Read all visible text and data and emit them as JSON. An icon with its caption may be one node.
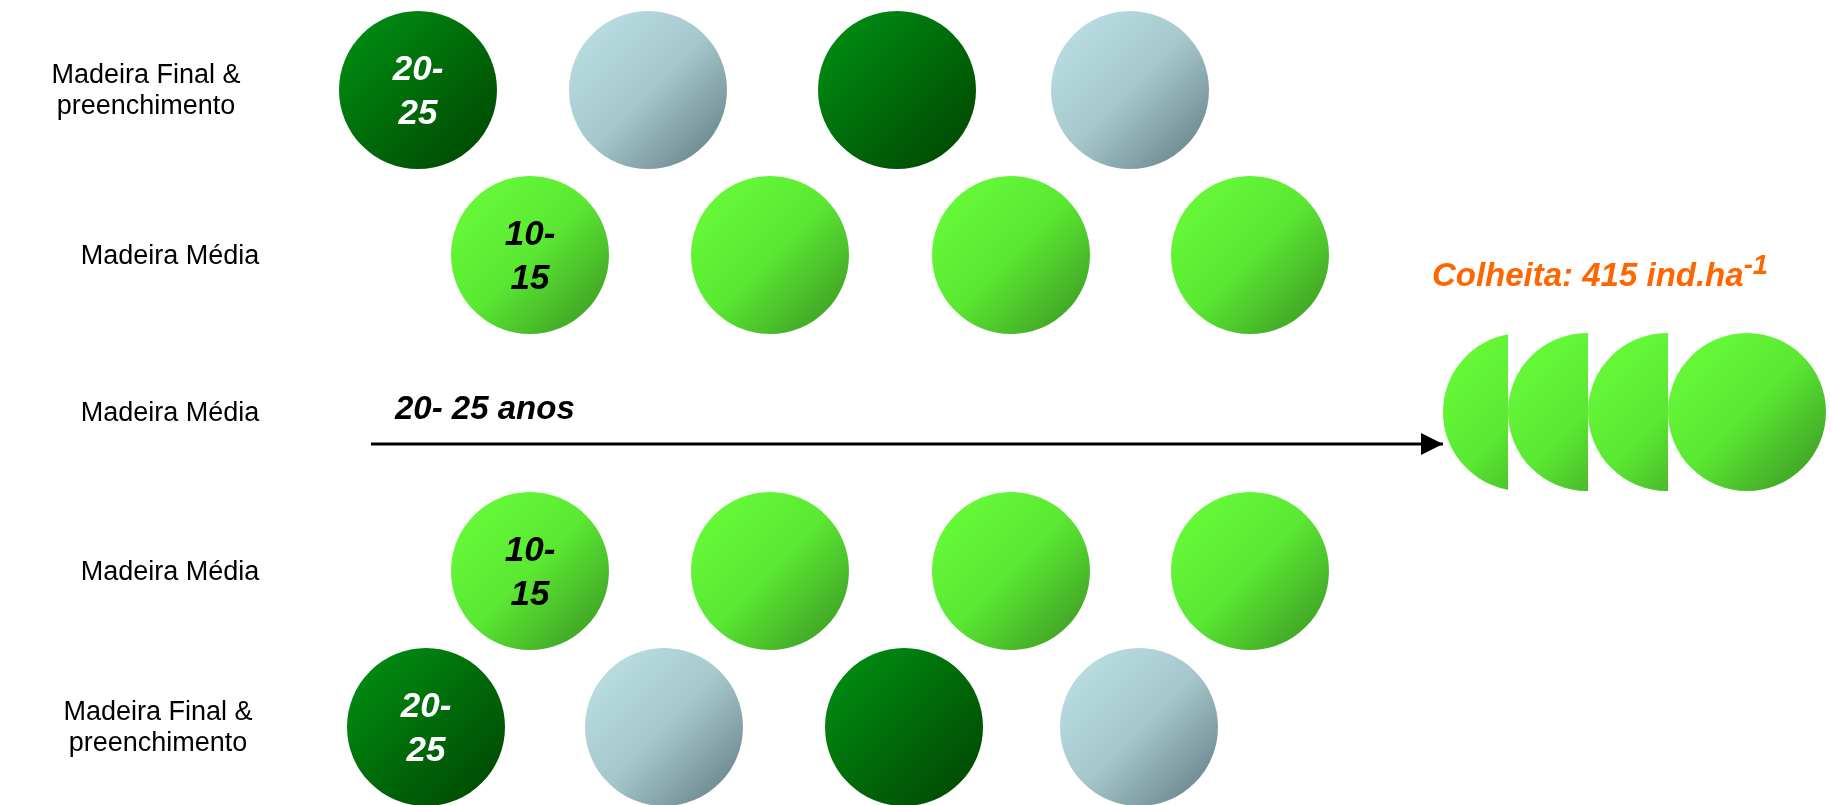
{
  "diagram": {
    "nodes": [
      {
        "text": [
          "20- 25"
        ]
      },
      {
        "text": [],
        "shape": "circle"
      },
      {
        "text": [],
        "shape": "circle"
      },
      {
        "text": [],
        "shape": "circle"
      },
      {
        "text": [
          "10- 15"
        ]
      },
      {
        "text": [],
        "shape": "circle"
      },
      {
        "text": [],
        "shape": "circle"
      },
      {
        "text": [],
        "shape": "circle"
      },
      {
        "text": [
          "10- 15"
        ]
      },
      {
        "text": [],
        "shape": "circle"
      },
      {
        "text": [],
        "shape": "circle"
      },
      {
        "text": [],
        "shape": "circle"
      },
      {
        "text": [
          "20- 25"
        ]
      },
      {
        "text": [],
        "shape": "circle"
      },
      {
        "text": [],
        "shape": "circle"
      },
      {
        "text": [],
        "shape": "circle"
      },
      {
        "text": [],
        "shape": "circle"
      },
      {
        "text": [],
        "shape": "circle"
      },
      {
        "text": [],
        "shape": "circle"
      },
      {
        "text": [],
        "shape": "circle"
      }
    ],
    "edges": [
      {
        "from": null,
        "to": 16,
        "arrow": "to",
        "label": "20- 25 anos"
      }
    ],
    "labels": [
      "Madeira Final & preenchimento",
      "Madeira Média",
      "Colheita: 415 ind.ha$^{-1}$",
      "Madeira Média",
      "Madeira Média",
      "Madeira Final & preenchimento"
    ]
  }
}
